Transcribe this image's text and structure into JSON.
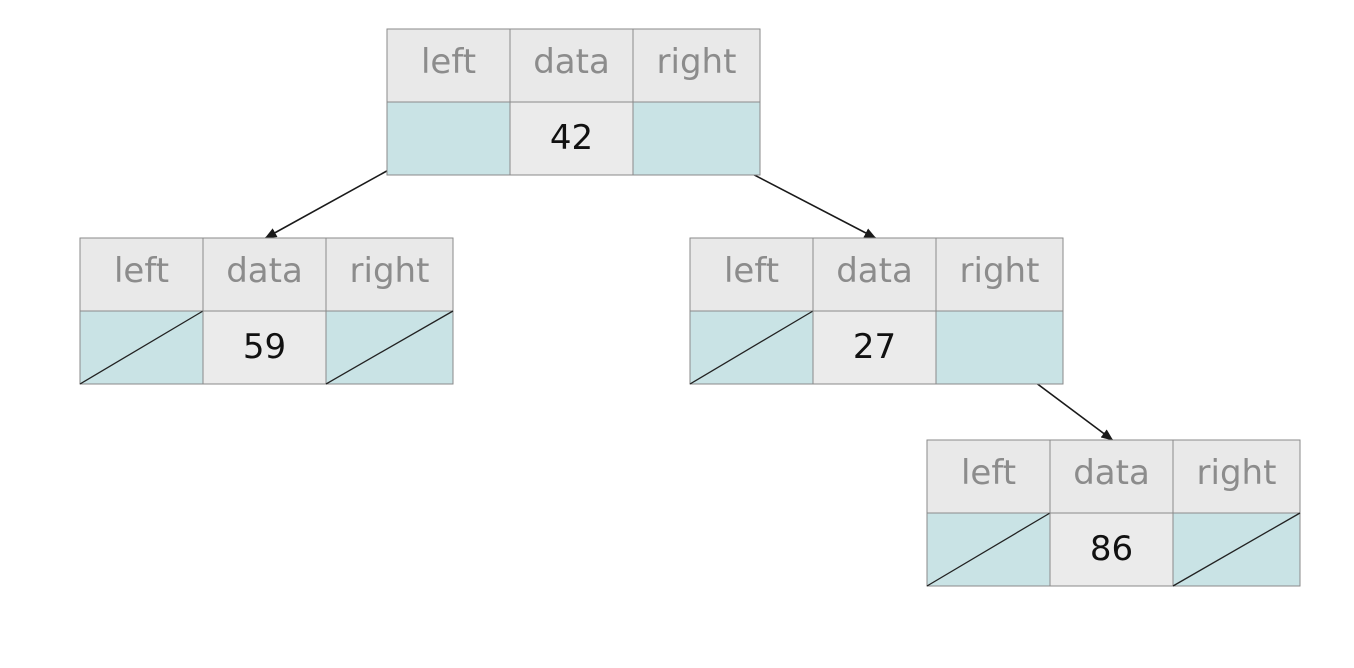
{
  "colors": {
    "header_fill": "#e9e9e9",
    "pointer_fill": "#c9e3e5",
    "data_fill": "#ebebeb",
    "header_text": "#8c8c8c",
    "value_text": "#111111",
    "border": "#8a8a8a",
    "arrow": "#1a1a1a"
  },
  "nodes": [
    {
      "id": "root",
      "headers": [
        "left",
        "data",
        "right"
      ],
      "value": "42",
      "left_null": false,
      "right_null": false
    },
    {
      "id": "left-child",
      "headers": [
        "left",
        "data",
        "right"
      ],
      "value": "59",
      "left_null": true,
      "right_null": true
    },
    {
      "id": "right-child",
      "headers": [
        "left",
        "data",
        "right"
      ],
      "value": "27",
      "left_null": true,
      "right_null": false
    },
    {
      "id": "right-right-child",
      "headers": [
        "left",
        "data",
        "right"
      ],
      "value": "86",
      "left_null": true,
      "right_null": true
    }
  ],
  "edges": [
    {
      "from": "root",
      "pointer": "left",
      "to": "left-child"
    },
    {
      "from": "root",
      "pointer": "right",
      "to": "right-child"
    },
    {
      "from": "right-child",
      "pointer": "right",
      "to": "right-right-child"
    }
  ]
}
